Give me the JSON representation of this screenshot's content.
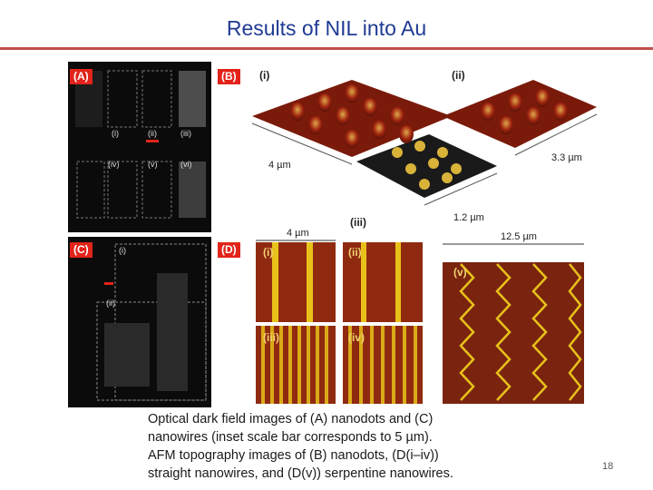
{
  "slide": {
    "title": "Results of NIL into Au",
    "page_number": "18",
    "caption": "Optical dark field images of (A) nanodots and (C)\nnanowires (inset scale bar corresponds to 5 µm).\nAFM topography images of (B) nanodots, (D(i–iv))\nstraight nanowires, and (D(v)) serpentine nanowires."
  },
  "figure": {
    "panel_labels": {
      "a": "(A)",
      "b": "(B)",
      "c": "(C)",
      "d": "(D)"
    },
    "panel_a_sublabels": [
      "(i)",
      "(ii)",
      "(iii)",
      "(iv)",
      "(v)",
      "(vi)"
    ],
    "panel_b_sublabels": [
      "(i)",
      "(ii)",
      "(iii)"
    ],
    "panel_b_scales": [
      "4 µm",
      "3.3 µm",
      "1.2 µm"
    ],
    "panel_c_sublabels": [
      "(i)",
      "(ii)"
    ],
    "panel_d_sublabels": [
      "(i)",
      "(ii)",
      "(iii)",
      "(iv)",
      "(v)"
    ],
    "panel_d_scales": [
      "4 µm",
      "12.5 µm"
    ]
  },
  "colors": {
    "title": "#1f3a93",
    "rule": "#c0504d",
    "badge": "#e2231a",
    "afm_peak": "#a0240f",
    "afm_stripe": "#e8c21a"
  }
}
